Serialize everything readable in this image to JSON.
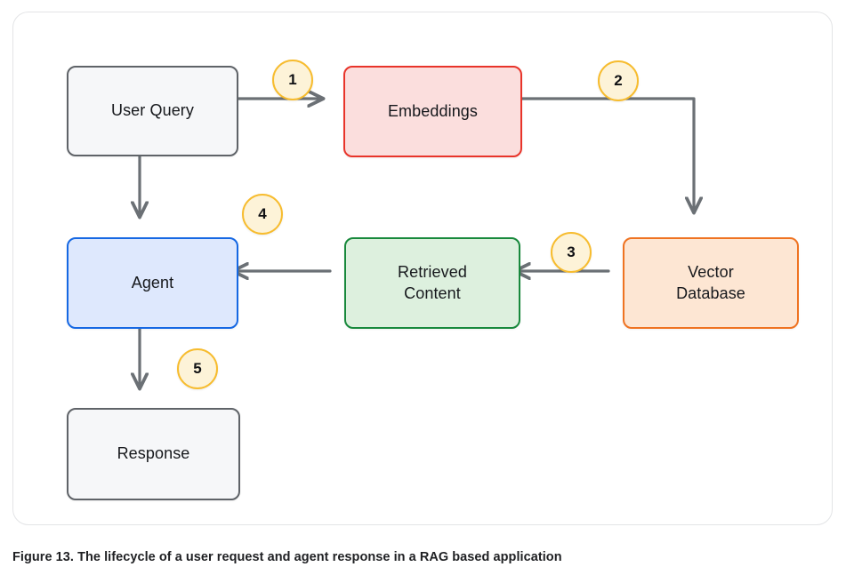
{
  "figure": {
    "caption": "Figure 13. The lifecycle of a user request and agent response in a RAG based application"
  },
  "diagram": {
    "type": "flowchart",
    "nodes": [
      {
        "id": "user-query",
        "label": "User Query",
        "fill": "#f6f7f9",
        "stroke": "#5f6368"
      },
      {
        "id": "embeddings",
        "label": "Embeddings",
        "fill": "#fbdedd",
        "stroke": "#e8342a"
      },
      {
        "id": "vector-database",
        "label": "Vector\nDatabase",
        "fill": "#fde6d3",
        "stroke": "#ef7321"
      },
      {
        "id": "retrieved-content",
        "label": "Retrieved\nContent",
        "fill": "#ddf0de",
        "stroke": "#18893c"
      },
      {
        "id": "agent",
        "label": "Agent",
        "fill": "#dee8fd",
        "stroke": "#1668e3"
      },
      {
        "id": "response",
        "label": "Response",
        "fill": "#f6f7f9",
        "stroke": "#5f6368"
      }
    ],
    "edges": [
      {
        "step": "1",
        "from": "user-query",
        "to": "embeddings",
        "shape": "horizontal"
      },
      {
        "step": "2",
        "from": "embeddings",
        "to": "vector-database",
        "shape": "elbow-right-down"
      },
      {
        "step": "3",
        "from": "vector-database",
        "to": "retrieved-content",
        "shape": "horizontal-left"
      },
      {
        "step": "4",
        "from": "retrieved-content",
        "to": "agent",
        "shape": "horizontal-left"
      },
      {
        "step": "5",
        "from": "agent",
        "to": "response",
        "shape": "vertical-down"
      },
      {
        "step": "",
        "from": "user-query",
        "to": "agent",
        "shape": "vertical-down"
      }
    ],
    "steps": [
      {
        "number": "1"
      },
      {
        "number": "2"
      },
      {
        "number": "3"
      },
      {
        "number": "4"
      },
      {
        "number": "5"
      }
    ],
    "badge_fill": "#fdf3d8",
    "badge_stroke": "#f7bc2e",
    "connector_color": "#6b7075",
    "card_border": "#e3e4e6"
  }
}
